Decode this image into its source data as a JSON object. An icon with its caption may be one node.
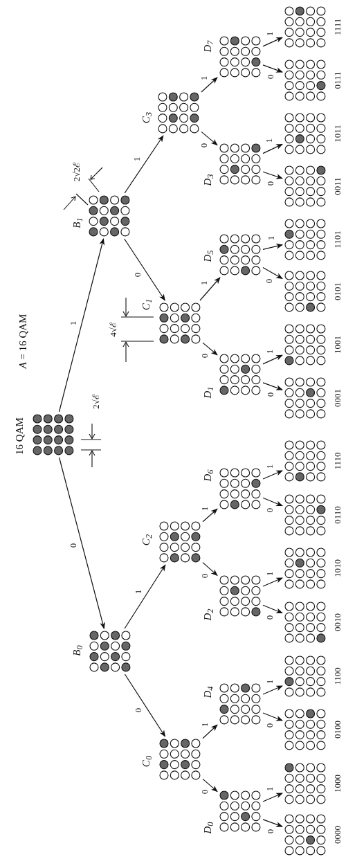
{
  "diagram": {
    "nodes": [
      {
        "text": [
          "16 QAM"
        ]
      },
      {
        "text": [
          "B$_{0}$"
        ]
      },
      {
        "text": [
          "B$_{1}$"
        ]
      },
      {
        "text": [
          "C$_{0}$"
        ]
      },
      {
        "text": [
          "C$_{1}$"
        ]
      },
      {
        "text": [
          "C$_{2}$"
        ]
      },
      {
        "text": [
          "C$_{3}$"
        ]
      },
      {
        "text": [
          "D$_{0}$"
        ]
      },
      {
        "text": [
          "D$_{1}$"
        ]
      },
      {
        "text": [
          "D$_{2}$"
        ]
      },
      {
        "text": [
          "D$_{3}$"
        ]
      },
      {
        "text": [
          "D$_{4}$"
        ]
      },
      {
        "text": [
          "D$_{5}$"
        ]
      },
      {
        "text": [
          "D$_{6}$"
        ]
      },
      {
        "text": [
          "D$_{7}$"
        ]
      },
      {
        "text": [
          "0000"
        ]
      },
      {
        "text": [
          "0001"
        ]
      },
      {
        "text": [
          "0010"
        ]
      },
      {
        "text": [
          "0011"
        ]
      },
      {
        "text": [
          "0100"
        ]
      },
      {
        "text": [
          "0101"
        ]
      },
      {
        "text": [
          "0110"
        ]
      },
      {
        "text": [
          "0111"
        ]
      },
      {
        "text": [
          "1000"
        ]
      },
      {
        "text": [
          "1001"
        ]
      },
      {
        "text": [
          "1010"
        ]
      },
      {
        "text": [
          "1011"
        ]
      },
      {
        "text": [
          "1100"
        ]
      },
      {
        "text": [
          "1101"
        ]
      },
      {
        "text": [
          "1110"
        ]
      },
      {
        "text": [
          "1111"
        ]
      }
    ],
    "edges": [
      {
        "from": 0,
        "to": 1,
        "arrow": "to",
        "label": "0"
      },
      {
        "from": 0,
        "to": 2,
        "arrow": "to",
        "label": "1"
      },
      {
        "from": 1,
        "to": 3,
        "arrow": "to",
        "label": "0"
      },
      {
        "from": 1,
        "to": 5,
        "arrow": "to",
        "label": "1"
      },
      {
        "from": 2,
        "to": 4,
        "arrow": "to",
        "label": "0"
      },
      {
        "from": 2,
        "to": 6,
        "arrow": "to",
        "label": "1"
      },
      {
        "from": 3,
        "to": 7,
        "arrow": "to",
        "label": "0"
      },
      {
        "from": 3,
        "to": 11,
        "arrow": "to",
        "label": "1"
      },
      {
        "from": 5,
        "to": 9,
        "arrow": "to",
        "label": "0"
      },
      {
        "from": 5,
        "to": 13,
        "arrow": "to",
        "label": "1"
      },
      {
        "from": 4,
        "to": 8,
        "arrow": "to",
        "label": "0"
      },
      {
        "from": 4,
        "to": 12,
        "arrow": "to",
        "label": "1"
      },
      {
        "from": 6,
        "to": 10,
        "arrow": "to",
        "label": "0"
      },
      {
        "from": 6,
        "to": 14,
        "arrow": "to",
        "label": "1"
      },
      {
        "from": 7,
        "to": 15,
        "arrow": "to",
        "label": "0"
      },
      {
        "from": 7,
        "to": 23,
        "arrow": "to",
        "label": "1"
      },
      {
        "from": 11,
        "to": 19,
        "arrow": "to",
        "label": "0"
      },
      {
        "from": 11,
        "to": 27,
        "arrow": "to",
        "label": "1"
      },
      {
        "from": 9,
        "to": 17,
        "arrow": "to",
        "label": "0"
      },
      {
        "from": 9,
        "to": 25,
        "arrow": "to",
        "label": "1"
      },
      {
        "from": 13,
        "to": 21,
        "arrow": "to",
        "label": "0"
      },
      {
        "from": 13,
        "to": 29,
        "arrow": "to",
        "label": "1"
      },
      {
        "from": 8,
        "to": 16,
        "arrow": "to",
        "label": "0"
      },
      {
        "from": 8,
        "to": 24,
        "arrow": "to",
        "label": "1"
      },
      {
        "from": 12,
        "to": 20,
        "arrow": "to",
        "label": "0"
      },
      {
        "from": 12,
        "to": 28,
        "arrow": "to",
        "label": "1"
      },
      {
        "from": 10,
        "to": 18,
        "arrow": "to",
        "label": "0"
      },
      {
        "from": 10,
        "to": 26,
        "arrow": "to",
        "label": "1"
      },
      {
        "from": 14,
        "to": 22,
        "arrow": "to",
        "label": "0"
      },
      {
        "from": 14,
        "to": 30,
        "arrow": "to",
        "label": "1"
      }
    ],
    "labels": [
      "*A* = 16 QAM",
      "2√2ℰ",
      "4√ℰ",
      "2√ℰ"
    ]
  }
}
